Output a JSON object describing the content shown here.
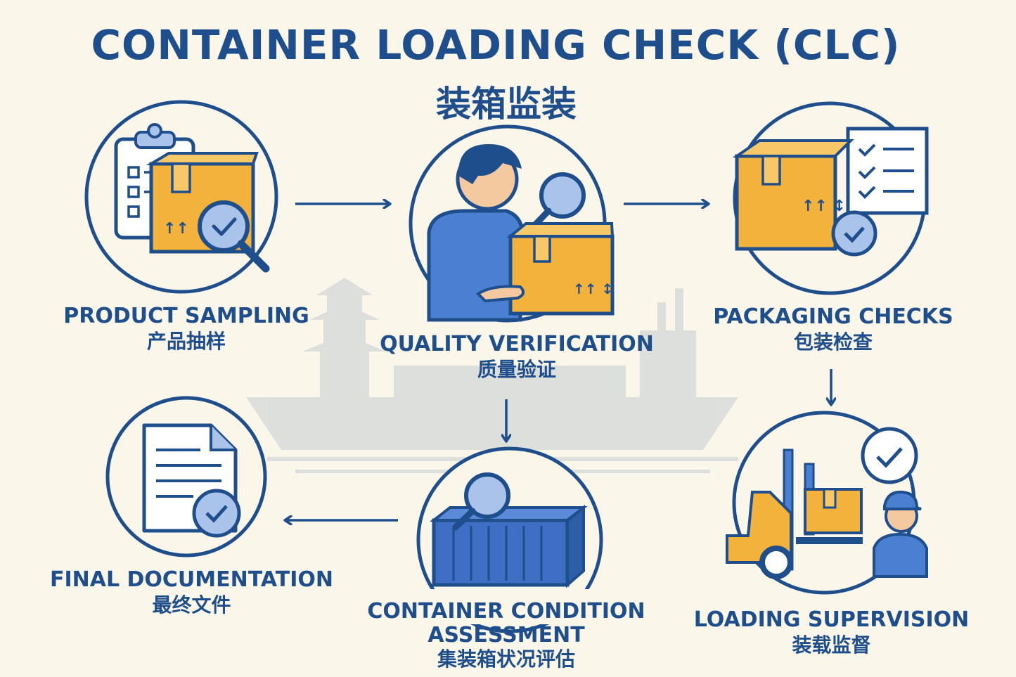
{
  "title": "CONTAINER LOADING CHECK (CLC)",
  "subtitle": "装箱监装",
  "colors": {
    "primary": "#1f4e8c",
    "accent": "#f2b23c",
    "background": "#fbf6ea",
    "highlight": "#4a7fd1"
  },
  "steps": [
    {
      "id": "product-sampling",
      "en": "PRODUCT SAMPLING",
      "cn": "产品抽样",
      "icon": "clipboard-box-magnifier-icon"
    },
    {
      "id": "quality-verification",
      "en": "QUALITY VERIFICATION",
      "cn": "质量验证",
      "icon": "inspector-box-icon"
    },
    {
      "id": "packaging-checks",
      "en": "PACKAGING CHECKS",
      "cn": "包装检查",
      "icon": "box-checklist-icon"
    },
    {
      "id": "loading-supervision",
      "en": "LOADING SUPERVISION",
      "cn": "装载监督",
      "icon": "forklift-worker-icon"
    },
    {
      "id": "container-condition",
      "en": "CONTAINER CONDITION ASSESSMENT",
      "en_line1": "CONTAINER CONDITION",
      "en_line2": "ASSESSMENT",
      "cn": "集装箱状况评估",
      "icon": "container-magnifier-icon"
    },
    {
      "id": "final-documentation",
      "en": "FINAL DOCUMENTATION",
      "cn": "最终文件",
      "icon": "document-check-icon"
    }
  ]
}
